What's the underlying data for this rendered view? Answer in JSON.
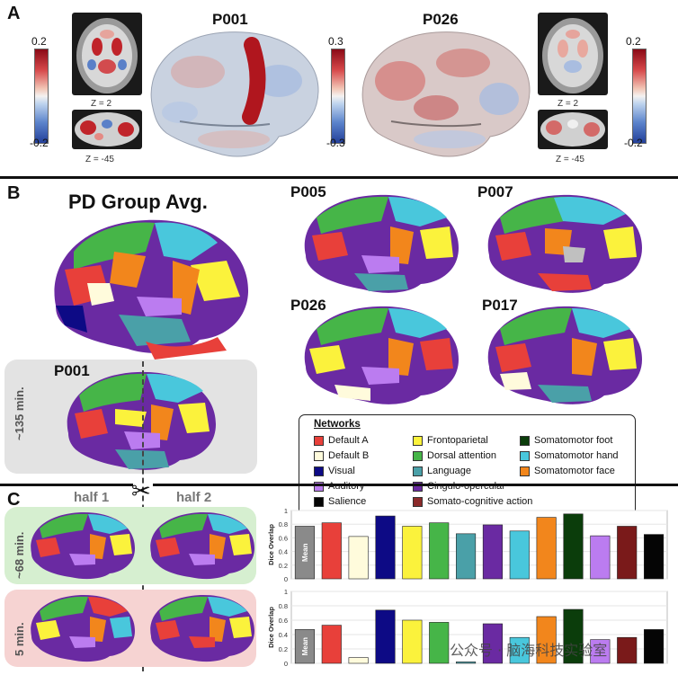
{
  "panels": {
    "a": "A",
    "b": "B",
    "c": "C"
  },
  "panelA": {
    "subject_left": "P001",
    "subject_right": "P026",
    "cbar_left": {
      "top": "0.2",
      "bottom": "-0.2"
    },
    "cbar_mid": {
      "top": "0.3",
      "bottom": "-0.3"
    },
    "cbar_right": {
      "top": "0.2",
      "bottom": "-0.2"
    },
    "z_axial": "Z = 2",
    "z_cereb": "Z = -45"
  },
  "panelB": {
    "group_title": "PD Group Avg.",
    "subjects": [
      "P005",
      "P007",
      "P026",
      "P017"
    ],
    "p001": "P001",
    "time_label": "~135 min."
  },
  "legend": {
    "title": "Networks",
    "items": [
      {
        "label": "Default A",
        "color": "#e8403a"
      },
      {
        "label": "Default B",
        "color": "#fffbdc"
      },
      {
        "label": "Visual",
        "color": "#0d0a85"
      },
      {
        "label": "Auditory",
        "color": "#bb7cf0"
      },
      {
        "label": "Salience",
        "color": "#050505"
      },
      {
        "label": "Frontoparietal",
        "color": "#fbf23c"
      },
      {
        "label": "Dorsal attention",
        "color": "#46b548"
      },
      {
        "label": "Language",
        "color": "#4aa0a8"
      },
      {
        "label": "Cingulo-opercular",
        "color": "#6a2aa2"
      },
      {
        "label": "Somato-cognitive action",
        "color": "#8b2a2a"
      },
      {
        "label": "Somatomotor foot",
        "color": "#0b3d0b"
      },
      {
        "label": "Somatomotor hand",
        "color": "#49c7dc"
      },
      {
        "label": "Somatomotor face",
        "color": "#f2861c"
      }
    ]
  },
  "panelC": {
    "half1": "half 1",
    "half2": "half 2",
    "time_top": "~68 min.",
    "time_bottom": "5 min.",
    "scissors": "✂"
  },
  "chart_data": [
    {
      "type": "bar",
      "ylabel": "Dice Overlap",
      "ylim": [
        0,
        1
      ],
      "yticks": [
        "1",
        "0.8",
        "0.6",
        "0.4",
        "0.2",
        "0"
      ],
      "mean_label": "Mean",
      "values": [
        0.77,
        0.82,
        0.62,
        0.92,
        0.77,
        0.82,
        0.66,
        0.79,
        0.7,
        0.9,
        0.95,
        0.63,
        0.77,
        0.65
      ],
      "colors": [
        "#8a8a8a",
        "#e8403a",
        "#fffbdc",
        "#0d0a85",
        "#fbf23c",
        "#46b548",
        "#4aa0a8",
        "#6a2aa2",
        "#49c7dc",
        "#f2861c",
        "#0b3d0b",
        "#bb7cf0",
        "#7a1a1a",
        "#050505"
      ]
    },
    {
      "type": "bar",
      "ylabel": "Dice Overlap",
      "ylim": [
        0,
        1
      ],
      "yticks": [
        "1",
        "0.8",
        "0.6",
        "0.4",
        "0.2",
        "0"
      ],
      "mean_label": "Mean",
      "values": [
        0.47,
        0.53,
        0.08,
        0.74,
        0.6,
        0.57,
        0.02,
        0.55,
        0.36,
        0.65,
        0.75,
        0.33,
        0.36,
        0.47
      ],
      "colors": [
        "#8a8a8a",
        "#e8403a",
        "#fffbdc",
        "#0d0a85",
        "#fbf23c",
        "#46b548",
        "#4aa0a8",
        "#6a2aa2",
        "#49c7dc",
        "#f2861c",
        "#0b3d0b",
        "#bb7cf0",
        "#7a1a1a",
        "#050505"
      ]
    }
  ],
  "watermark": "公众号 · 脑海科技实验室"
}
